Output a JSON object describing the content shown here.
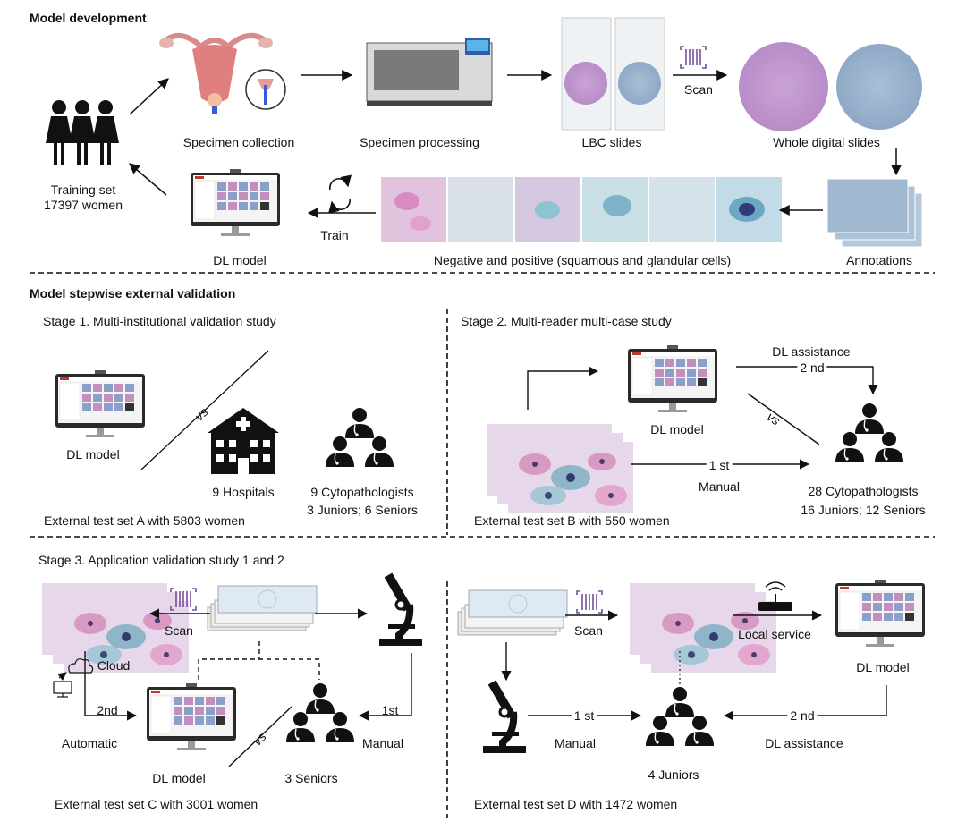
{
  "colors": {
    "stroke": "#111111",
    "stain_pink": "#d88fc4",
    "stain_blue": "#5a86b3",
    "monitor_red": "#c0392b"
  },
  "icons": {
    "people": "women-group-icon",
    "doctor_group": "cytopathologist-group-icon",
    "hospital": "hospital-icon",
    "monitor": "monitor-icon",
    "microscope": "microscope-icon",
    "scanner": "scanner-icon",
    "router": "router-icon",
    "cloud": "cloud-icon",
    "refresh": "refresh-cycle-icon"
  },
  "dev": {
    "title": "Model development",
    "training_set": "Training set",
    "training_count": "17397 women",
    "specimen_collection": "Specimen collection",
    "specimen_processing": "Specimen processing",
    "lbc_slides": "LBC slides",
    "scan": "Scan",
    "whole_slides": "Whole digital slides",
    "annotations": "Annotations",
    "cells": "Negative and positive (squamous and glandular cells)",
    "train": "Train",
    "dl_model": "DL model"
  },
  "validation": {
    "title": "Model stepwise external validation",
    "stage1": {
      "title": "Stage 1. Multi-institutional validation study",
      "dl_model": "DL model",
      "vs": "vs",
      "hospitals": "9 Hospitals",
      "cytopathologists": "9 Cytopathologists",
      "split": "3 Juniors; 6 Seniors",
      "test_set": "External test set A with 5803 women"
    },
    "stage2": {
      "title": "Stage 2. Multi-reader multi-case study",
      "dl_assistance": "DL assistance",
      "second": "2 nd",
      "first": "1 st",
      "manual": "Manual",
      "dl_model": "DL model",
      "vs": "vs",
      "cytopathologists": "28 Cytopathologists",
      "split": "16 Juniors; 12 Seniors",
      "test_set": "External test set B with 550 women"
    },
    "stage3": {
      "title": "Stage 3. Application validation study 1 and 2",
      "left": {
        "scan": "Scan",
        "cloud": "Cloud",
        "second": "2nd",
        "first": "1st",
        "automatic": "Automatic",
        "manual": "Manual",
        "dl_model": "DL model",
        "vs": "vs",
        "seniors": "3 Seniors",
        "test_set": "External test set C with 3001 women"
      },
      "right": {
        "scan": "Scan",
        "local_service": "Local service",
        "dl_model": "DL model",
        "first": "1 st",
        "second": "2 nd",
        "manual": "Manual",
        "dl_assistance": "DL assistance",
        "juniors": "4 Juniors",
        "test_set": "External test set D with 1472 women"
      }
    }
  }
}
